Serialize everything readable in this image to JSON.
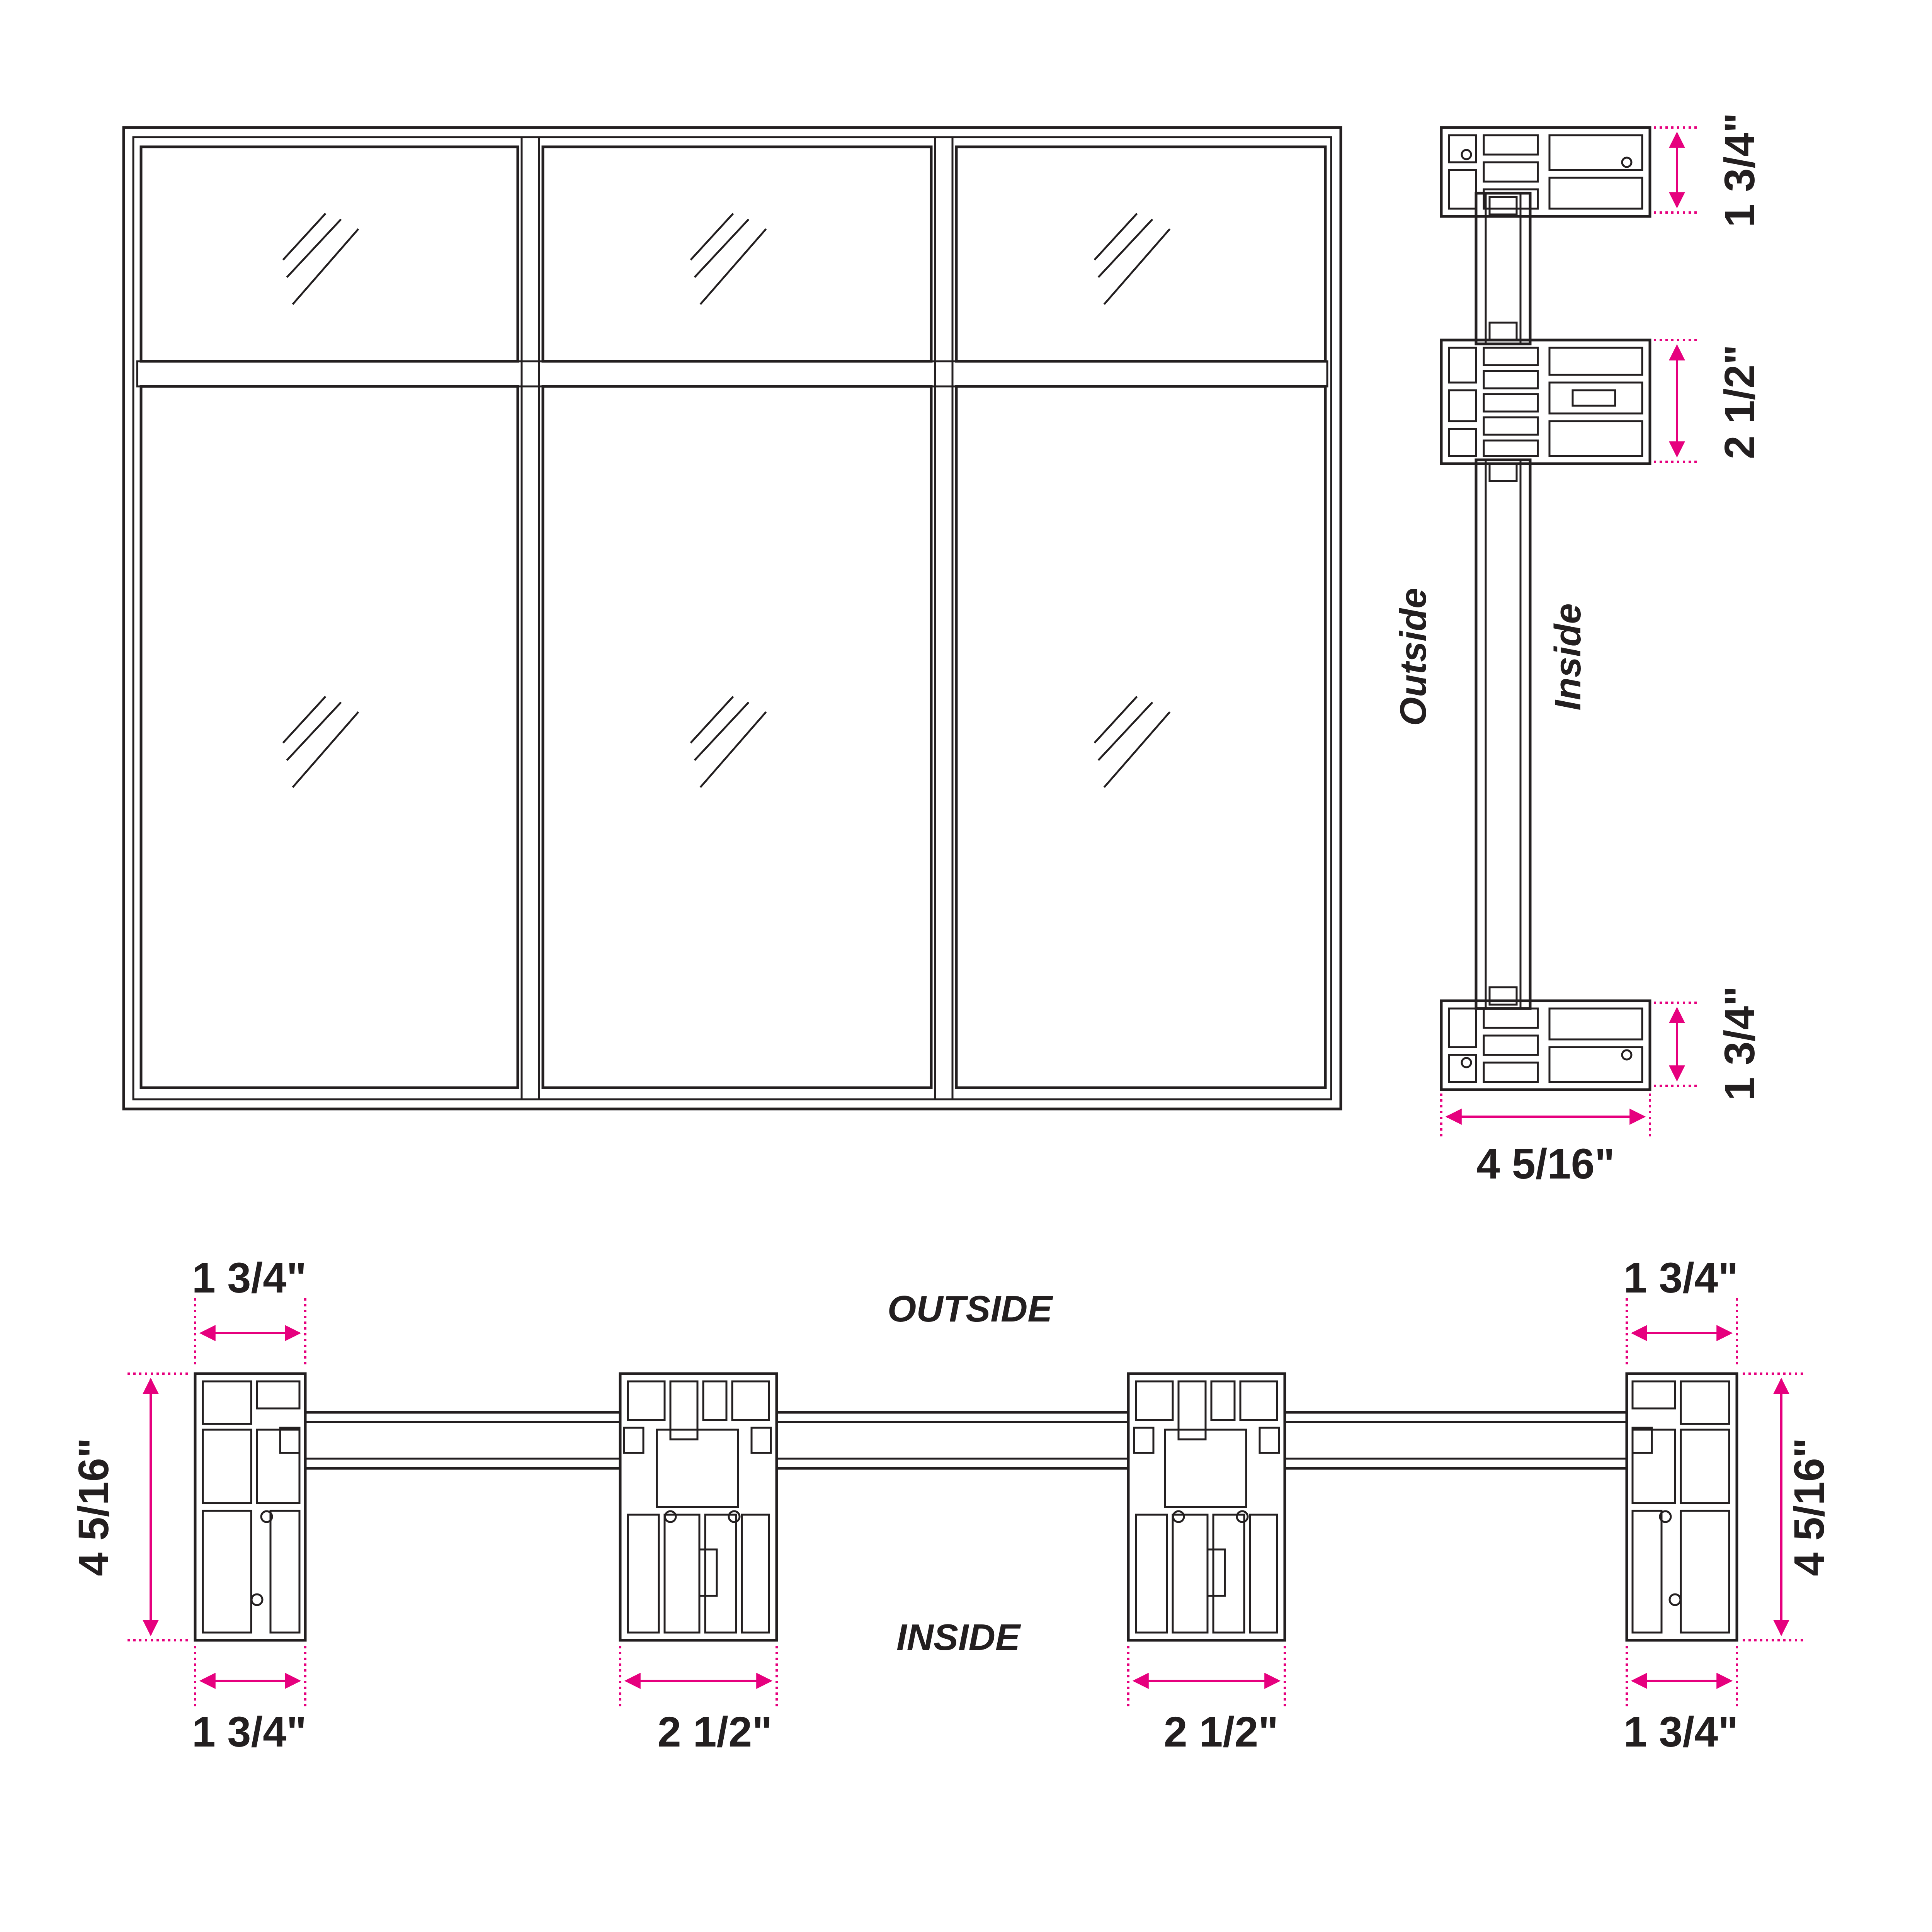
{
  "colors": {
    "line": "#231f20",
    "dimension": "#e6007e",
    "background": "#ffffff"
  },
  "elevation": {
    "columns": 3,
    "rows": 2,
    "glass_mark": "glass-hatch-icon"
  },
  "vertical_section": {
    "label_outside": "Outside",
    "label_inside": "Inside",
    "dim_head": "1 3/4\"",
    "dim_transom": "2 1/2\"",
    "dim_sill": "1 3/4\"",
    "dim_depth": "4 5/16\""
  },
  "horizontal_section": {
    "label_outside": "OUTSIDE",
    "label_inside": "INSIDE",
    "dim_left_top": "1 3/4\"",
    "dim_right_top": "1 3/4\"",
    "dim_left_bottom": "1 3/4\"",
    "dim_mullion_1": "2 1/2\"",
    "dim_mullion_2": "2 1/2\"",
    "dim_right_bottom": "1 3/4\"",
    "dim_depth_left": "4 5/16\"",
    "dim_depth_right": "4 5/16\""
  }
}
